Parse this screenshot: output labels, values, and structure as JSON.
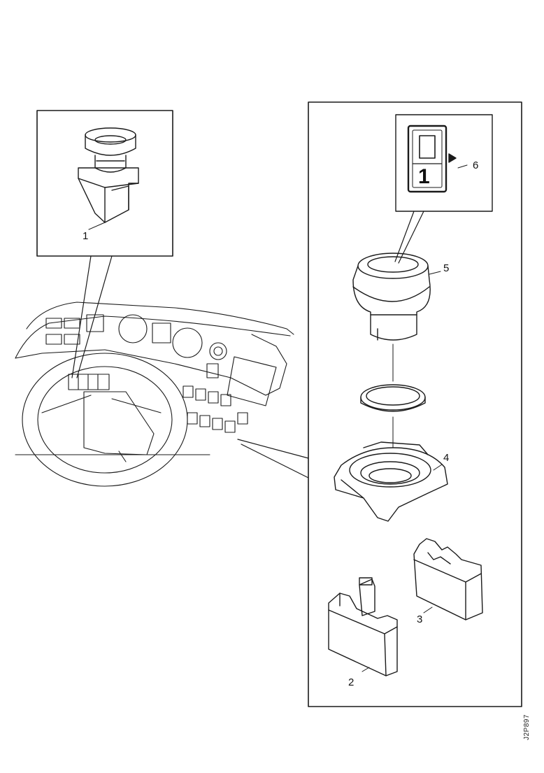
{
  "callouts": {
    "item_1": "1",
    "item_2": "2",
    "item_3": "3",
    "item_4": "4",
    "item_5": "5",
    "item_6": "6"
  },
  "label_symbol_number": "1",
  "document_id": "J2P897"
}
